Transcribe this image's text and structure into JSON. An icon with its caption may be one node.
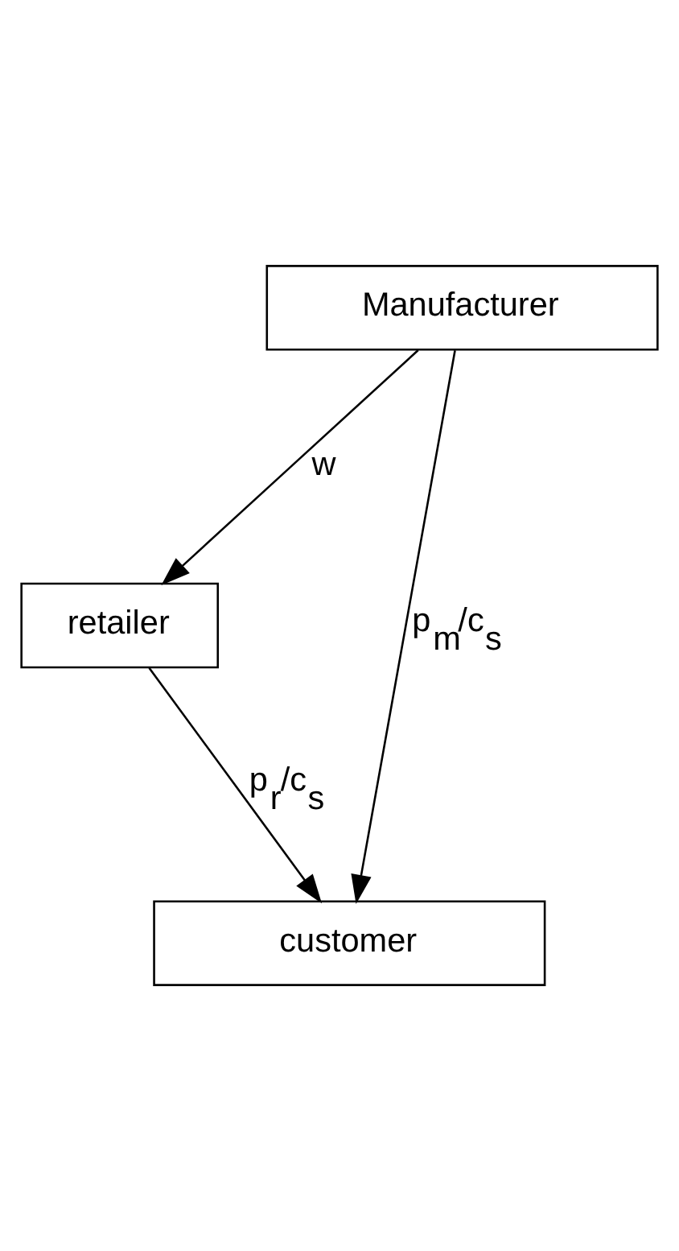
{
  "diagram": {
    "nodes": [
      {
        "text": [
          "Manufacturer"
        ]
      },
      {
        "text": [
          "retailer"
        ]
      },
      {
        "text": [
          "customer"
        ]
      }
    ],
    "edges": [
      {
        "from": 0,
        "to": 1,
        "arrow": "to",
        "label": "w"
      },
      {
        "from": 1,
        "to": 2,
        "arrow": "to",
        "label": "p$_{r}$/c$_{s}$"
      },
      {
        "from": 0,
        "to": 2,
        "arrow": "to",
        "label": "p$_{m}$/c$_{s}$"
      }
    ]
  }
}
